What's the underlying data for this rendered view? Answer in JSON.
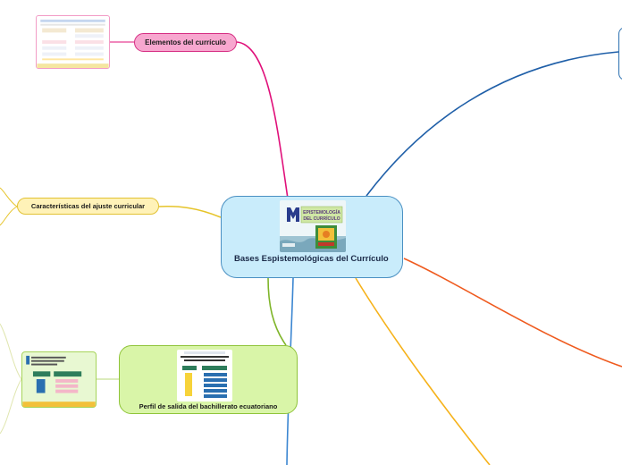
{
  "central_topic": {
    "label": "Bases Espistemológicas del Currículo",
    "image_text": [
      "EPISTEMOLOGÍA",
      "DEL CURRÍCULO"
    ],
    "color": "#c9ecfb",
    "border_color": "#4a90c2"
  },
  "subtopics": [
    {
      "id": "elementos",
      "label": "Elementos del currículo",
      "color": "#f7a7cf",
      "branch_color": "#e0107a"
    },
    {
      "id": "caracteristicas",
      "label": "Características del ajuste curricular",
      "color": "#fff2b8",
      "branch_color": "#e6c42a"
    },
    {
      "id": "perfil",
      "label": "Perfil de salida del bachillerato ecuatoriano",
      "color": "#d9f5a8",
      "branch_color": "#7fb52a"
    }
  ],
  "branch_colors": {
    "blue": "#1f5fa8",
    "orange": "#ef5a1e",
    "yellow_orange": "#f6b21a",
    "light_blue": "#3b86d1"
  }
}
